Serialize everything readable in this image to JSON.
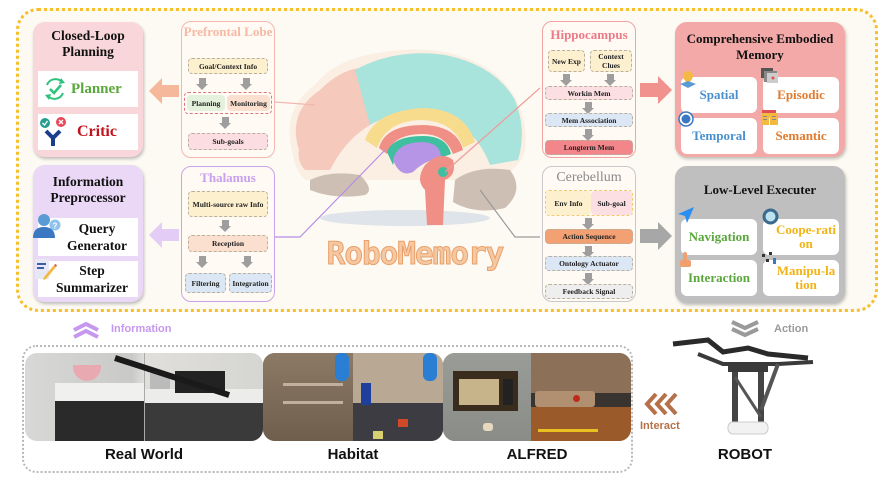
{
  "title": "RoboMemory",
  "closed_loop_planning": {
    "title": "Closed-Loop Planning",
    "items": [
      {
        "label": "Planner",
        "icon": "cycle-check-icon",
        "color": "#5aa83b"
      },
      {
        "label": "Critic",
        "icon": "fork-check-cross-icon",
        "color": "#c0141c"
      }
    ]
  },
  "information_preprocessor": {
    "title": "Information Preprocessor",
    "items": [
      {
        "label": "Query Generator",
        "icon": "user-question-icon"
      },
      {
        "label": "Step Summarizer",
        "icon": "note-pencil-icon"
      }
    ]
  },
  "prefrontal_lobe": {
    "title": "Prefrontal Lobe",
    "steps": [
      "Goal/Context Info",
      "Planning",
      "Monitoring",
      "Sub-goals"
    ]
  },
  "thalamus": {
    "title": "Thalamus",
    "steps": [
      "Multi-source raw Info",
      "Reception",
      "Filtering",
      "Integration"
    ]
  },
  "hippocampus": {
    "title": "Hippocampus",
    "steps": [
      "New Exp",
      "Context Clues",
      "Workin Mem",
      "Mem Association",
      "Longterm Mem"
    ]
  },
  "cerebellum": {
    "title": "Cerebellum",
    "steps": [
      "Env Info",
      "Sub-goal",
      "Action Sequence",
      "Ontology Actuator",
      "Feedback Signal"
    ]
  },
  "embodied_memory": {
    "title": "Comprehensive Embodied Memory",
    "items": [
      {
        "label": "Spatial",
        "icon": "map-pin-icon",
        "color": "#4a90d0"
      },
      {
        "label": "Episodic",
        "icon": "camera-stack-icon",
        "color": "#e07a2e"
      },
      {
        "label": "Temporal",
        "icon": "clock-icon",
        "color": "#4a90d0"
      },
      {
        "label": "Semantic",
        "icon": "document-icon",
        "color": "#e07a2e"
      }
    ]
  },
  "low_level_executer": {
    "title": "Low-Level Executer",
    "items": [
      {
        "label": "Navigation",
        "icon": "navigation-arrow-icon",
        "color": "#5aa83b"
      },
      {
        "label": "Cooperation",
        "label_display": "Coope-ration",
        "icon": "handshake-icon",
        "color": "#f2b315"
      },
      {
        "label": "Interaction",
        "icon": "tap-finger-icon",
        "color": "#5aa83b"
      },
      {
        "label": "Manipulation",
        "label_display": "Manipu-lation",
        "icon": "robot-arm-icon",
        "color": "#f2b315"
      }
    ]
  },
  "flow_labels": {
    "information": "Information",
    "action": "Action",
    "interact": "Interact"
  },
  "environments": [
    "Real World",
    "Habitat",
    "ALFRED"
  ],
  "robot_label": "ROBOT",
  "colors": {
    "frame_dots": "#f5c02c",
    "information": "#c597ee",
    "action": "#9a9a9a",
    "interact": "#b5714a",
    "title_orange": "#f3b07a"
  }
}
